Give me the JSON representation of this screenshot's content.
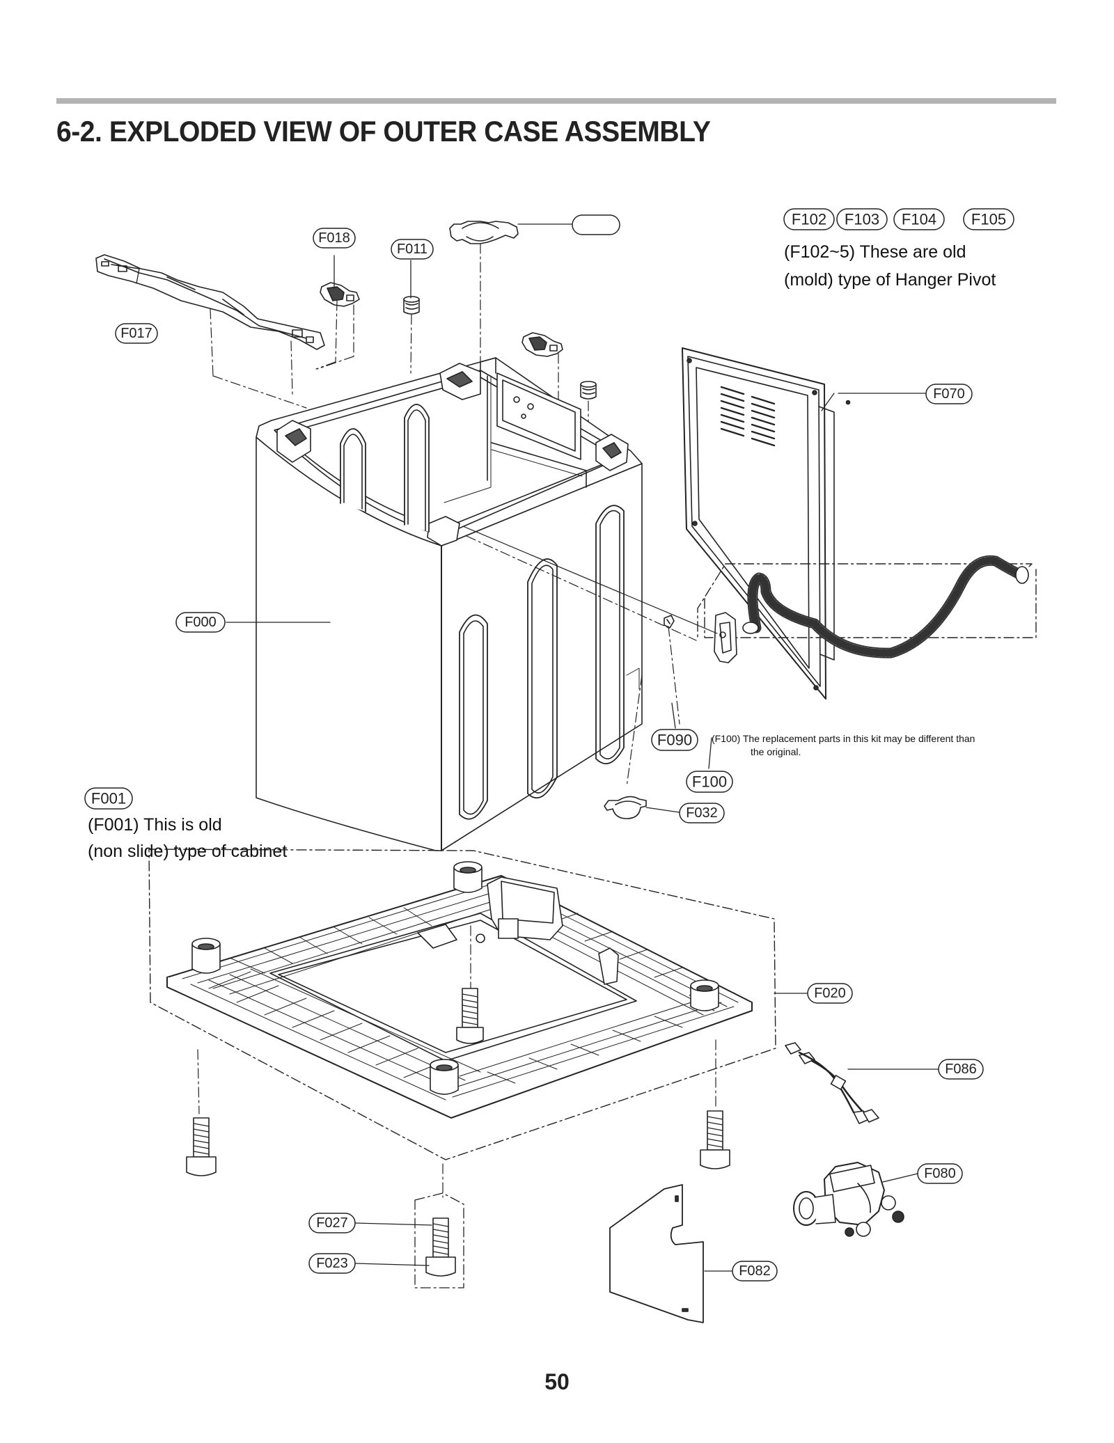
{
  "page": {
    "title": "6-2. EXPLODED VIEW OF OUTER CASE ASSEMBLY",
    "page_number": "50"
  },
  "labels": [
    {
      "id": "F018",
      "text": "F018"
    },
    {
      "id": "F011",
      "text": "F011"
    },
    {
      "id": "F017",
      "text": "F017"
    },
    {
      "id": "F070",
      "text": "F070"
    },
    {
      "id": "F000",
      "text": "F000"
    },
    {
      "id": "F090",
      "text": "F090"
    },
    {
      "id": "F100",
      "text": "F100"
    },
    {
      "id": "F032",
      "text": "F032"
    },
    {
      "id": "F001",
      "text": "F001"
    },
    {
      "id": "F020",
      "text": "F020"
    },
    {
      "id": "F086",
      "text": "F086"
    },
    {
      "id": "F080",
      "text": "F080"
    },
    {
      "id": "F027",
      "text": "F027"
    },
    {
      "id": "F023",
      "text": "F023"
    },
    {
      "id": "F082",
      "text": "F082"
    },
    {
      "id": "F102",
      "text": "F102"
    },
    {
      "id": "F103",
      "text": "F103"
    },
    {
      "id": "F104",
      "text": "F104"
    },
    {
      "id": "F105",
      "text": "F105"
    },
    {
      "id": "blank",
      "text": ""
    }
  ],
  "notes": {
    "hanger_line1": "(F102~5) These are old",
    "hanger_line2": "(mold) type of Hanger Pivot",
    "kit_line1": "(F100) The replacement parts in this kit may be different  than",
    "kit_line2": "the original.",
    "cabinet_line1": "(F001) This is old",
    "cabinet_line2": "(non slide) type of cabinet"
  }
}
